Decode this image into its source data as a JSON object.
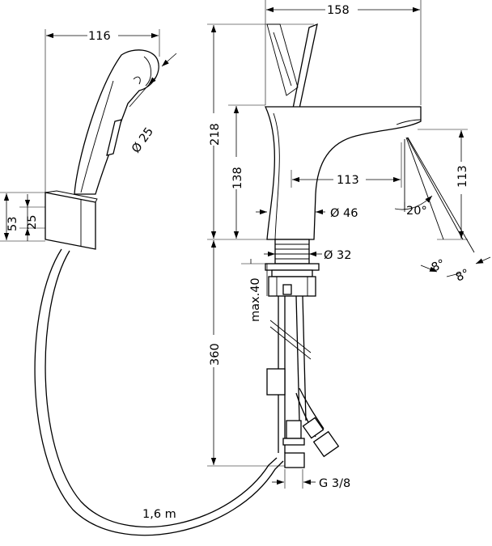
{
  "dimensions": {
    "handshower_width": "116",
    "handshower_head_diameter": "Ø 25",
    "holder_height_outer": "53",
    "holder_height_inner": "25",
    "mixer_width": "158",
    "mixer_total_height": "218",
    "spout_height": "138",
    "spout_reach": "113",
    "outlet_height": "113",
    "body_diameter": "Ø 46",
    "jet_angle": "20°",
    "jet_angle_small_1": "8°",
    "jet_angle_small_2": "8°",
    "thread_diameter": "Ø 32",
    "max_thickness": "max.40",
    "connection_length": "360",
    "connection_thread": "G 3/8",
    "hose_length": "1,6 m"
  }
}
